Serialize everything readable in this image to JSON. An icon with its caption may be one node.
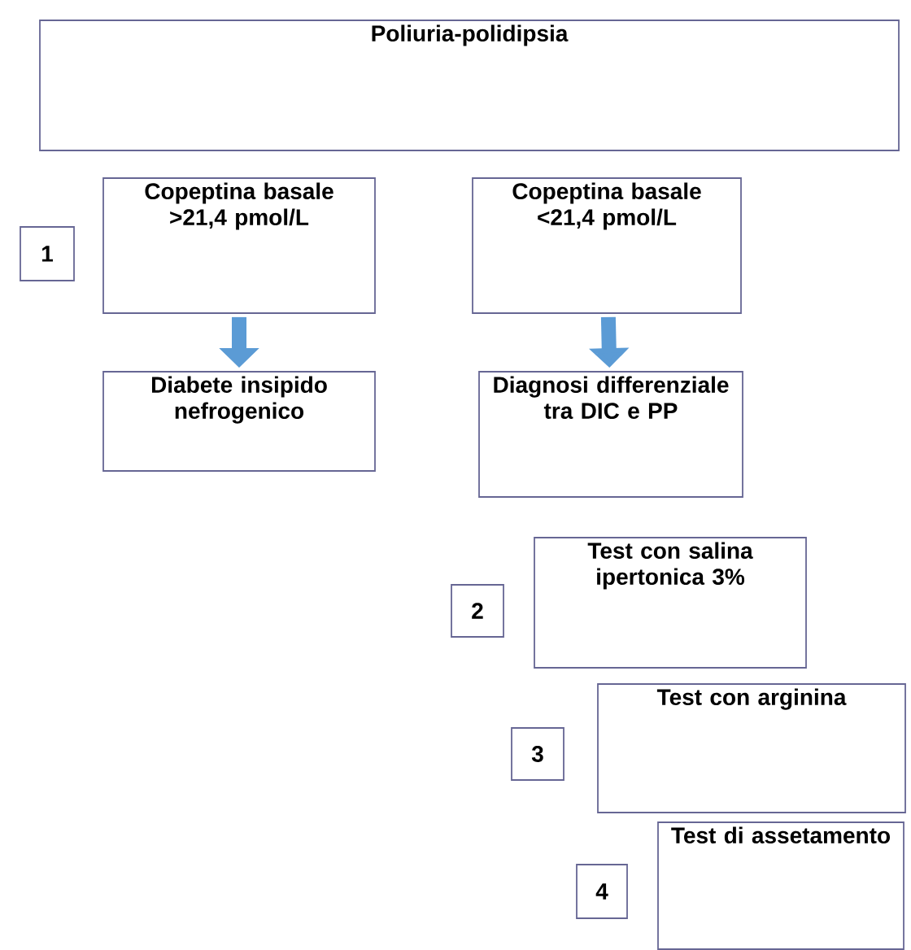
{
  "diagram": {
    "nodes": [
      {
        "text": [
          "Poliuria-polidipsia"
        ]
      },
      {
        "text": [
          "1"
        ]
      },
      {
        "text": [
          "Copeptina basale >21,4 pmol/L"
        ]
      },
      {
        "text": [
          "Copeptina basale <21,4 pmol/L"
        ]
      },
      {
        "text": [
          "Diabete insipido nefrogenico"
        ]
      },
      {
        "text": [
          "Diagnosi differenziale tra DIC e PP"
        ]
      },
      {
        "text": [
          "2"
        ]
      },
      {
        "text": [
          "Test con salina ipertonica 3%"
        ]
      },
      {
        "text": [
          "3"
        ]
      },
      {
        "text": [
          "Test con arginina"
        ]
      },
      {
        "text": [
          "4"
        ]
      },
      {
        "text": [
          "Test di assetamento"
        ]
      }
    ],
    "edges": [
      {
        "from": 2,
        "to": 4,
        "arrow": "to"
      },
      {
        "from": 3,
        "to": 5,
        "arrow": "to"
      }
    ]
  }
}
